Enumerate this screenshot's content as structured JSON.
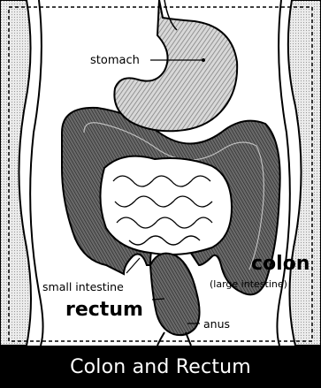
{
  "diagram": {
    "labels": {
      "stomach": "stomach",
      "small_intestine": "small intestine",
      "rectum": "rectum",
      "colon": "colon",
      "colon_sub": "(large intestine)",
      "anus": "anus"
    },
    "caption": "Colon and Rectum",
    "colors": {
      "ink": "#000000",
      "paper": "#ffffff",
      "shade": "#9a9a9a",
      "caption_bg": "#000000",
      "caption_text": "#ffffff"
    }
  }
}
